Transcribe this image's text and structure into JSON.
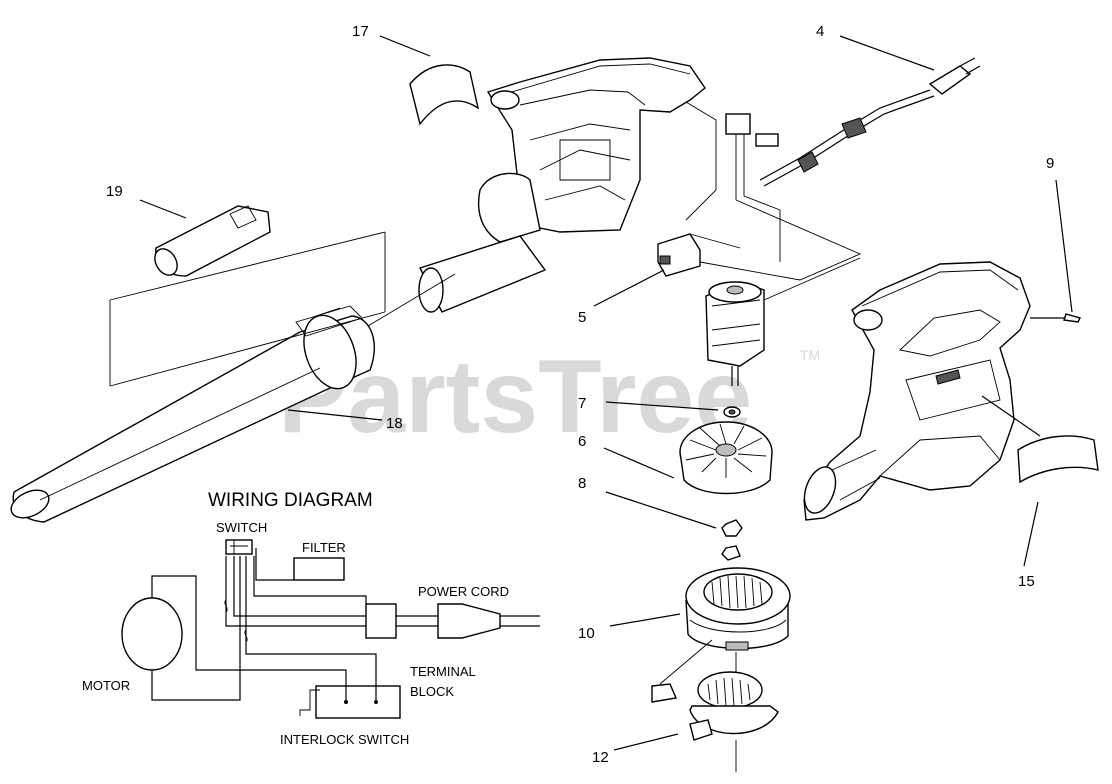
{
  "watermark": {
    "text": "PartsTree",
    "trademark": "TM"
  },
  "callouts": {
    "c17": "17",
    "c4": "4",
    "c9": "9",
    "c19": "19",
    "c5": "5",
    "c7": "7",
    "c6": "6",
    "c8": "8",
    "c18": "18",
    "c10": "10",
    "c15": "15",
    "c12": "12"
  },
  "wiring_diagram": {
    "title": "WIRING DIAGRAM",
    "switch": "SWITCH",
    "filter": "FILTER",
    "power_cord": "POWER CORD",
    "motor": "MOTOR",
    "terminal_line1": "TERMINAL",
    "terminal_line2": "BLOCK",
    "interlock_switch": "INTERLOCK SWITCH"
  }
}
